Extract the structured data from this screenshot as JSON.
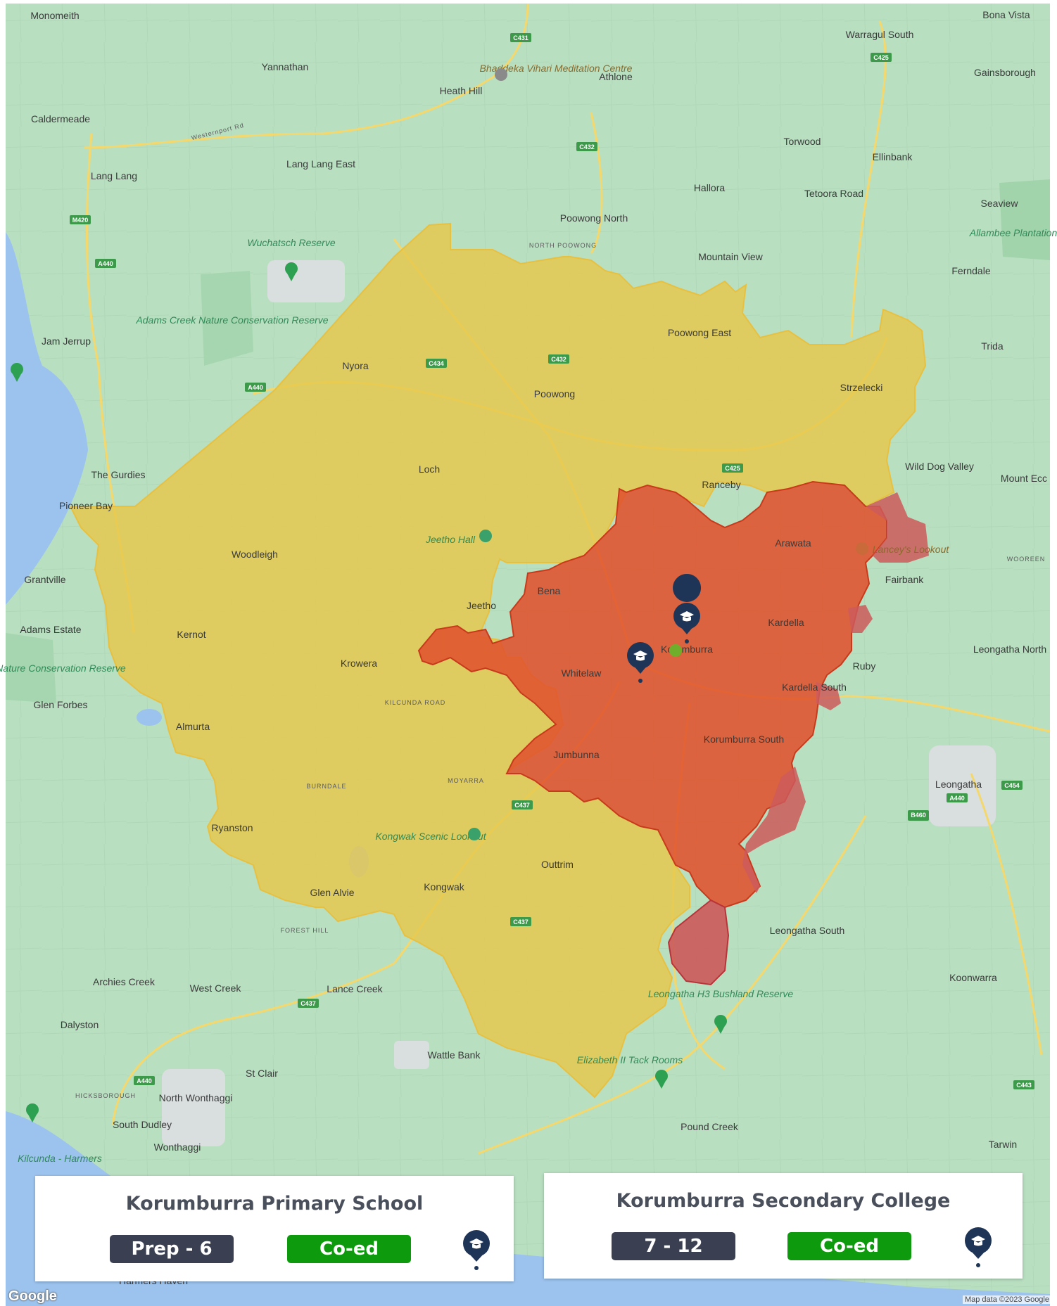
{
  "map": {
    "places": [
      "Monomeith",
      "Yannathan",
      "Heath Hill",
      "Athlone",
      "Warragul South",
      "Bona Vista",
      "Gainsborough",
      "Caldermeade",
      "Lang Lang",
      "Lang Lang East",
      "Torwood",
      "Ellinbank",
      "Hallora",
      "Tetoora Road",
      "Poowong North",
      "Seaview",
      "Ferndale",
      "Mountain View",
      "Jam Jerrup",
      "Poowong East",
      "Trida",
      "Nyora",
      "Poowong",
      "Strzelecki",
      "The Gurdies",
      "Loch",
      "Ranceby",
      "Wild Dog Valley",
      "Mount Ecc",
      "Pioneer Bay",
      "Woodleigh",
      "Arawata",
      "Fairbank",
      "Grantville",
      "Bena",
      "Jeetho",
      "Kardella",
      "Adams Estate",
      "Kernot",
      "Korumburra",
      "Whitelaw",
      "Ruby",
      "Leongatha North",
      "Krowera",
      "Kardella South",
      "Glen Forbes",
      "Almurta",
      "Korumburra South",
      "Jumbunna",
      "Leongatha",
      "Ryanston",
      "Outtrim",
      "Glen Alvie",
      "Kongwak",
      "Leongatha South",
      "Archies Creek",
      "West Creek",
      "Lance Creek",
      "Koonwarra",
      "Dalyston",
      "Wattle Bank",
      "St Clair",
      "North Wonthaggi",
      "South Dudley",
      "Pound Creek",
      "Wonthaggi",
      "Tarwin",
      "Harmers Haven"
    ],
    "pois": [
      "Bhaddeka Vihari Meditation Centre",
      "Wuchatsch Reserve",
      "Adams Creek Nature Conservation Reserve",
      "Allambee Plantation",
      "Jeetho Hall",
      "Lancey's Lookout",
      "Grantville Nature Conservation Reserve",
      "Kongwak Scenic Lookout",
      "Leongatha H3 Bushland Reserve",
      "Elizabeth II Tack Rooms",
      "Kilcunda - Harmers"
    ],
    "roads": [
      "C431",
      "C425",
      "C432",
      "M420",
      "A440",
      "C434",
      "C432",
      "C425",
      "A440",
      "C437",
      "C437",
      "B460",
      "A440",
      "C454",
      "B460",
      "C437",
      "C443",
      "A440"
    ],
    "streets": [
      "Westernport Rd",
      "KILCUNDA ROAD",
      "BURNDALE",
      "MOYARRA",
      "FOREST HILL",
      "HICKSBOROUGH",
      "NORTH POOWONG",
      "WOOREEN"
    ],
    "colors": {
      "land": "#b9dfc1",
      "water": "#9cc3ee",
      "primary_zone": "#e6c84c",
      "secondary_zone": "#e0522c",
      "overlap_zone": "#cc5a5a",
      "pin": "#1f3557"
    }
  },
  "cards": [
    {
      "title": "Korumburra Primary School",
      "years": "Prep - 6",
      "gender": "Co-ed",
      "icon": "school-pin-icon"
    },
    {
      "title": "Korumburra Secondary College",
      "years": "7 - 12",
      "gender": "Co-ed",
      "icon": "school-pin-icon"
    }
  ],
  "attribution": "Map data ©2023 Google",
  "logo": "Google"
}
